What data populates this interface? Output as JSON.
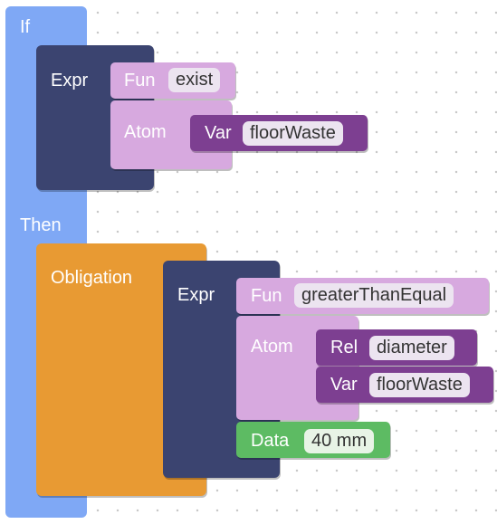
{
  "if_block": {
    "label": "If"
  },
  "then_block": {
    "label": "Then"
  },
  "cond_expr": {
    "label": "Expr",
    "fun": {
      "label": "Fun",
      "value": "exist"
    },
    "atom": {
      "label": "Atom",
      "var": {
        "label": "Var",
        "value": "floorWaste"
      }
    }
  },
  "obligation": {
    "label": "Obligation",
    "expr": {
      "label": "Expr",
      "fun": {
        "label": "Fun",
        "value": "greaterThanEqual"
      },
      "atom": {
        "label": "Atom",
        "rel": {
          "label": "Rel",
          "value": "diameter"
        },
        "var": {
          "label": "Var",
          "value": "floorWaste"
        }
      },
      "data": {
        "label": "Data",
        "value": "40 mm"
      }
    }
  },
  "colors": {
    "if_then": "#7fa8f5",
    "expr": "#3b4470",
    "fun_atom": "#d7a9df",
    "var_rel": "#7d3f91",
    "obligation": "#e89a33",
    "data": "#5dbb63"
  }
}
